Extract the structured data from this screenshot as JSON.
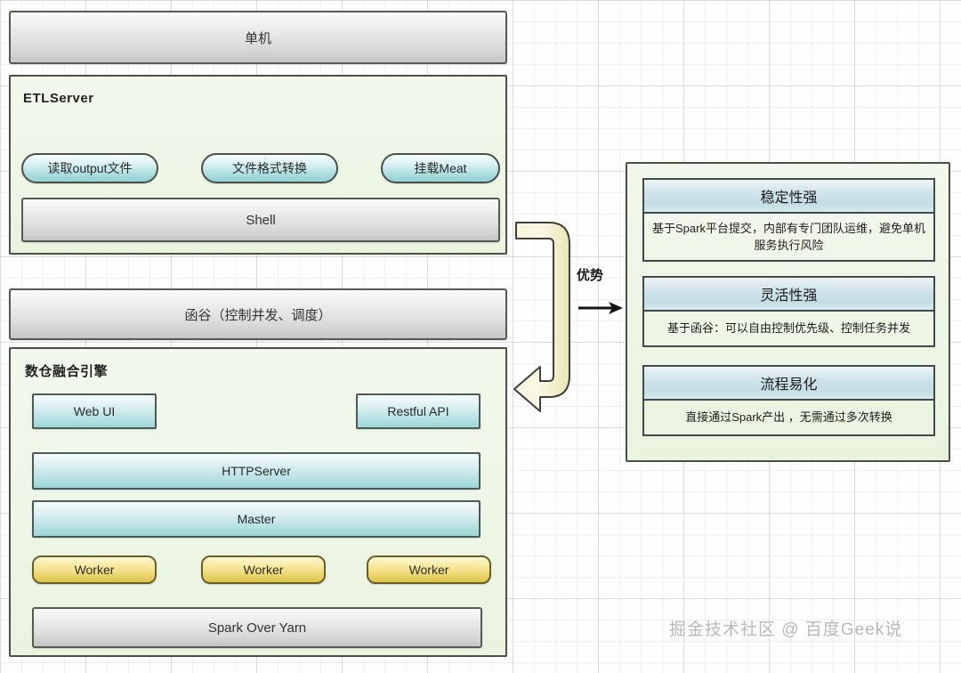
{
  "left_column": {
    "standalone_bar": {
      "label": "单机"
    },
    "etl_panel": {
      "title": "ETLServer",
      "pills": [
        {
          "label": "读取output文件"
        },
        {
          "label": "文件格式转换"
        },
        {
          "label": "挂载Meat"
        }
      ],
      "shell_bar": {
        "label": "Shell"
      }
    },
    "hangu_bar": {
      "label": "函谷（控制并发、调度）"
    },
    "engine_panel": {
      "title": "数仓融合引擎",
      "web_ui": {
        "label": "Web UI"
      },
      "restful_api": {
        "label": "Restful API"
      },
      "http_server": {
        "label": "HTTPServer"
      },
      "master": {
        "label": "Master"
      },
      "workers": [
        {
          "label": "Worker"
        },
        {
          "label": "Worker"
        },
        {
          "label": "Worker"
        }
      ],
      "spark_bar": {
        "label": "Spark  Over Yarn"
      }
    }
  },
  "connector": {
    "advantage_label": "优势",
    "arrow_icon": "right-arrow-icon",
    "hook_arrow_icon": "hook-arrow-left-icon",
    "hook_fill": "#f5f2cd",
    "hook_stroke": "#3f3f3f"
  },
  "advantages_panel": {
    "cards": [
      {
        "title": "稳定性强",
        "body": "基于Spark平台提交，内部有专门团队运维，避免单机服务执行风险"
      },
      {
        "title": "灵活性强",
        "body": "基于函谷：可以自由控制优先级、控制任务并发"
      },
      {
        "title": "流程易化",
        "body": "直接通过Spark产出 ，无需通过多次转换"
      }
    ]
  },
  "watermark": {
    "text": "掘金技术社区 @ 百度Geek说"
  },
  "colors": {
    "panel_bg": "#eef6e6",
    "panel_border": "#4a4f4a",
    "cyan_accent": "#9ed6d8",
    "yellow_accent": "#ead469",
    "gray_accent": "#d9d9d9",
    "header_blue": "#cfe3ea"
  }
}
